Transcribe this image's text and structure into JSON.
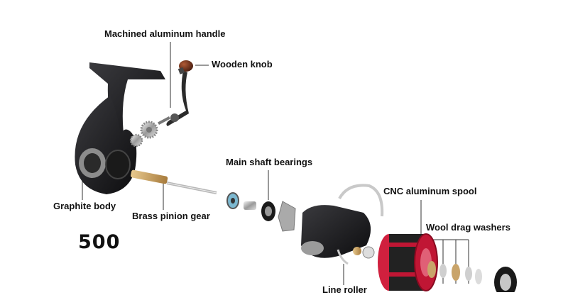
{
  "diagram": {
    "model_number": "500",
    "labels": {
      "handle": "Machined aluminum handle",
      "knob": "Wooden knob",
      "body": "Graphite body",
      "pinion": "Brass pinion gear",
      "bearings": "Main shaft bearings",
      "spool": "CNC aluminum spool",
      "washers": "Wool drag washers",
      "roller": "Line roller"
    },
    "accent_colors": {
      "spool_red": "#d0203e",
      "brass": "#c9a46a",
      "wood": "#7a3a22",
      "body": "#1c1c1e"
    }
  }
}
